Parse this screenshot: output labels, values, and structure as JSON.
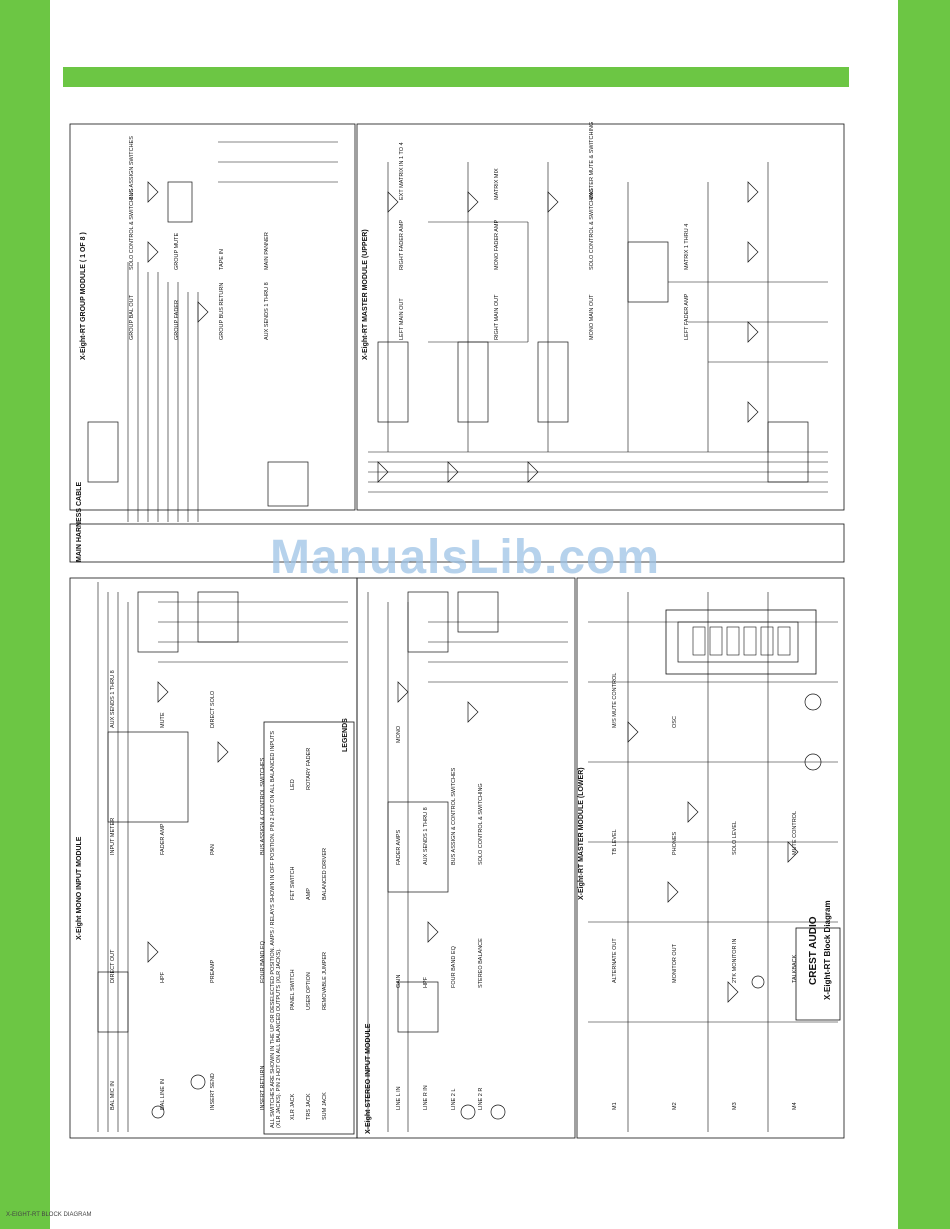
{
  "page": {
    "colors": {
      "accent_green": "#6cc644",
      "line": "#111111",
      "watermark": "#9ec3e6"
    },
    "watermark_text": "ManualsLib.com"
  },
  "modules": {
    "group": {
      "title": "X-Eight-RT GROUP MODULE ( 1 OF 8 )",
      "labels": [
        "GROUP BAL OUT",
        "GROUP FADER",
        "GROUP BUS RETURN",
        "AUX SENDS 1 THRU 8",
        "SOLO CONTROL & SWITCHING",
        "GROUP MUTE",
        "TAPE IN",
        "MAIN PANNER",
        "BUS ASSIGN SWITCHES"
      ]
    },
    "master_upper": {
      "title": "X-Eight-RT MASTER MODULE (UPPER)",
      "labels": [
        "LEFT MAIN OUT",
        "RIGHT MAIN OUT",
        "MONO MAIN OUT",
        "LEFT FADER AMP",
        "RIGHT FADER AMP",
        "MONO FADER AMP",
        "SOLO CONTROL & SWITCHING",
        "MATRIX 1 THRU 4",
        "EXT MATRIX IN 1 TO 4",
        "MATRIX MIX",
        "MASTER MUTE & SWITCHING"
      ]
    },
    "main_harness": {
      "label": "MAIN HARNESS CABLE"
    },
    "mono_input": {
      "title": "X-Eight MONO INPUT MODULE",
      "labels": [
        "BAL MIC IN",
        "BAL LINE IN",
        "INSERT SEND",
        "INSERT RETURN",
        "DIRECT OUT",
        "HPF",
        "PREAMP",
        "FOUR BAND EQ",
        "INPUT METER",
        "FADER AMP",
        "PAN",
        "BUS ASSIGN & CONTROL SWITCHES",
        "AUX SENDS 1 THRU 8",
        "MUTE",
        "DIRECT SOLO"
      ]
    },
    "legends": {
      "title": "LEGENDS",
      "notes": "ALL SWITCHES ARE SHOWN IN THE UP OR DESELECTED POSITION. AMPS / RELAYS SHOWN IN OFF POSITION. PIN 2 HOT ON ALL BALANCED INPUTS (XLR JACKS). PIN 2 HOT ON ALL BALANCED OUTPUTS (XLR JACKS).",
      "items": [
        "XLR JACK",
        "TRS JACK",
        "SUM JACK",
        "PANEL SWITCH",
        "USER OPTION",
        "REMOVABLE JUMPER",
        "FET SWITCH",
        "AMP",
        "BALANCED DRIVER",
        "LED",
        "ROTARY FADER"
      ]
    },
    "stereo_input": {
      "title": "X-Eight STEREO INPUT MODULE",
      "labels": [
        "LINE L IN",
        "LINE R IN",
        "LINE 2 L",
        "LINE 2 R",
        "GAIN",
        "HPF",
        "FOUR BAND EQ",
        "STEREO BALANCE",
        "FADER AMPS",
        "AUX SENDS 1 THRU 8",
        "BUS ASSIGN & CONTROL SWITCHES",
        "SOLO CONTROL & SWITCHING",
        "MONO"
      ]
    },
    "master_lower": {
      "title": "X-Eight-RT MASTER MODULE (LOWER)",
      "labels": [
        "M1",
        "M2",
        "M3",
        "M4",
        "ALTERNATE OUT",
        "MONITOR OUT",
        "2TK MONITOR IN",
        "TALKBACK",
        "TB LEVEL",
        "PHONES",
        "SOLO LEVEL",
        "MUTE CONTROL",
        "M/S MUTE CONTROL",
        "OSC"
      ]
    },
    "brand": {
      "logo_text": "CREST AUDIO",
      "caption": "X-Eight-RT Block Diagram"
    }
  },
  "footer": {
    "caption": "X-EIGHT-RT BLOCK DIAGRAM"
  }
}
